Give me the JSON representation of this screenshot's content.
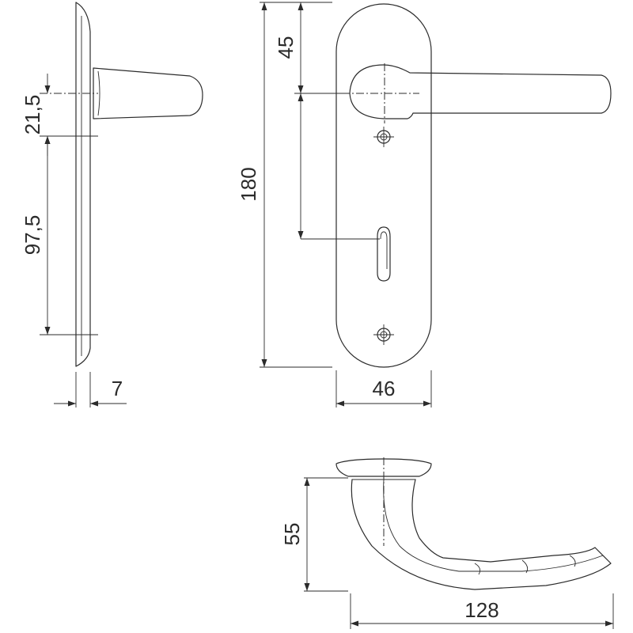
{
  "dimensions": {
    "side_upper_spacing": "21,5",
    "side_lower_spacing": "97,5",
    "plate_thickness": "7",
    "plate_height": "180",
    "handle_offset": "45",
    "plate_width": "46",
    "lever_height": "55",
    "lever_length": "128"
  },
  "colors": {
    "line": "#2b2b2b",
    "background": "#ffffff"
  }
}
